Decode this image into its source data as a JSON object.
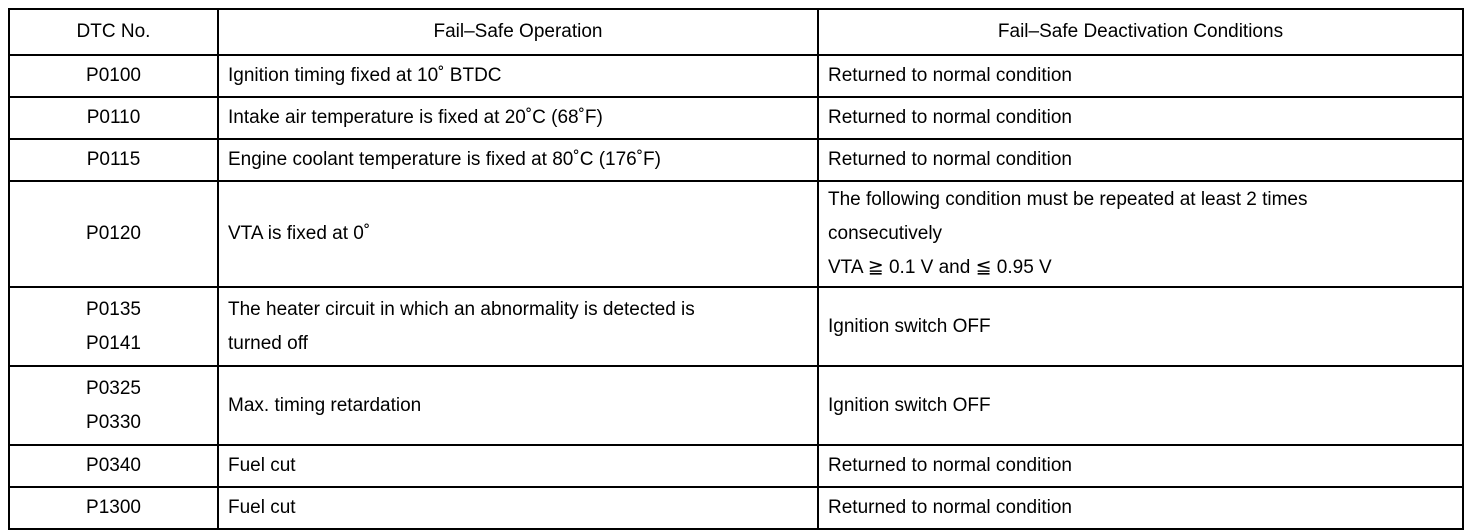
{
  "headers": {
    "dtc": "DTC No.",
    "operation": "Fail–Safe Operation",
    "deactivation": "Fail–Safe Deactivation Conditions"
  },
  "rows": [
    {
      "dtc": [
        "P0100"
      ],
      "operation": [
        "Ignition timing fixed at 10˚ BTDC"
      ],
      "deactivation": [
        "Returned to normal condition"
      ]
    },
    {
      "dtc": [
        "P0110"
      ],
      "operation": [
        "Intake air temperature is fixed at 20˚C (68˚F)"
      ],
      "deactivation": [
        "Returned to normal condition"
      ]
    },
    {
      "dtc": [
        "P0115"
      ],
      "operation": [
        "Engine coolant temperature is fixed at 80˚C (176˚F)"
      ],
      "deactivation": [
        "Returned to normal condition"
      ]
    },
    {
      "dtc": [
        "P0120"
      ],
      "operation": [
        "VTA is fixed at 0˚"
      ],
      "deactivation": [
        "The following condition must be repeated at least 2 times",
        "consecutively",
        "VTA ≧ 0.1 V and ≦ 0.95 V"
      ]
    },
    {
      "dtc": [
        "P0135",
        "P0141"
      ],
      "operation": [
        "The heater circuit in which an abnormality is detected is",
        "turned off"
      ],
      "deactivation": [
        "Ignition switch OFF"
      ]
    },
    {
      "dtc": [
        "P0325",
        "P0330"
      ],
      "operation": [
        "Max. timing retardation"
      ],
      "deactivation": [
        "Ignition switch OFF"
      ]
    },
    {
      "dtc": [
        "P0340"
      ],
      "operation": [
        "Fuel cut"
      ],
      "deactivation": [
        "Returned to normal condition"
      ]
    },
    {
      "dtc": [
        "P1300"
      ],
      "operation": [
        "Fuel cut"
      ],
      "deactivation": [
        "Returned to normal condition"
      ]
    }
  ]
}
